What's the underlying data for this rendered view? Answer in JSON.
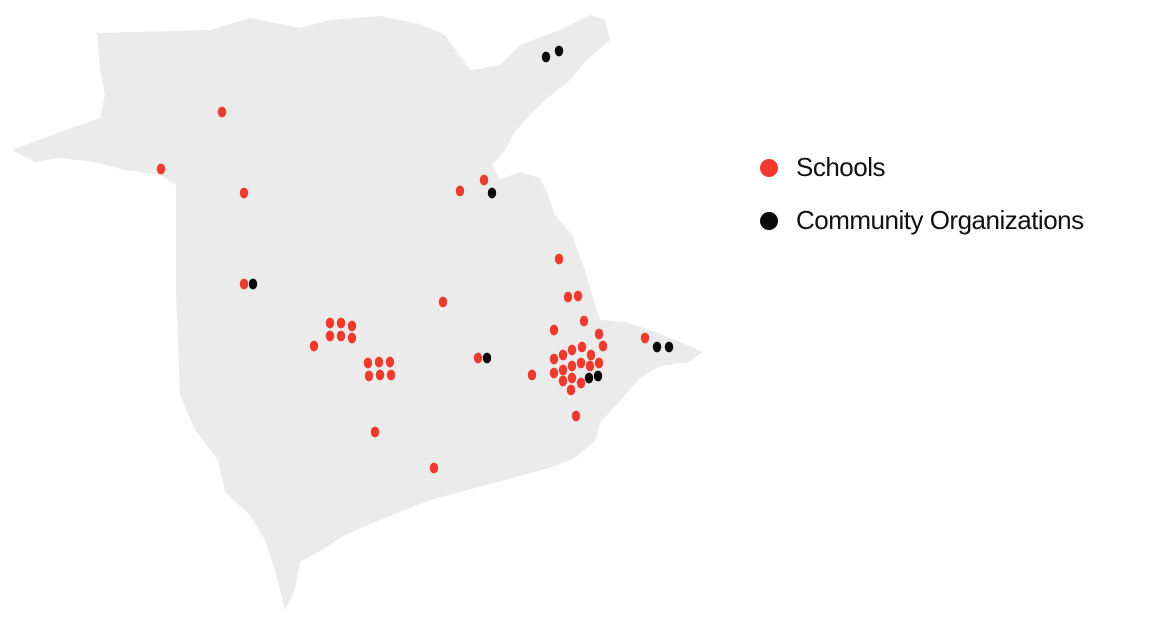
{
  "colors": {
    "land": "#ebebeb",
    "school": "#ee3b2e",
    "community": "#0a0a0a",
    "text": "#111111"
  },
  "legend": [
    {
      "key": "school",
      "label": "Schools"
    },
    {
      "key": "community",
      "label": "Community Organizations"
    }
  ],
  "markers": {
    "schools": [
      [
        222,
        112
      ],
      [
        161,
        169
      ],
      [
        244,
        193
      ],
      [
        244,
        284
      ],
      [
        460,
        191
      ],
      [
        484,
        180
      ],
      [
        443,
        302
      ],
      [
        330,
        323
      ],
      [
        341,
        323
      ],
      [
        352,
        326
      ],
      [
        330,
        336
      ],
      [
        341,
        336
      ],
      [
        352,
        338
      ],
      [
        314,
        346
      ],
      [
        368,
        363
      ],
      [
        379,
        362
      ],
      [
        390,
        362
      ],
      [
        369,
        376
      ],
      [
        380,
        375
      ],
      [
        391,
        375
      ],
      [
        375,
        432
      ],
      [
        434,
        468
      ],
      [
        478,
        358
      ],
      [
        559,
        259
      ],
      [
        568,
        297
      ],
      [
        578,
        296
      ],
      [
        584,
        321
      ],
      [
        554,
        330
      ],
      [
        599,
        334
      ],
      [
        603,
        346
      ],
      [
        645,
        338
      ],
      [
        554,
        359
      ],
      [
        563,
        355
      ],
      [
        572,
        350
      ],
      [
        582,
        347
      ],
      [
        591,
        355
      ],
      [
        599,
        363
      ],
      [
        554,
        373
      ],
      [
        563,
        370
      ],
      [
        572,
        366
      ],
      [
        581,
        363
      ],
      [
        590,
        366
      ],
      [
        563,
        381
      ],
      [
        572,
        378
      ],
      [
        581,
        383
      ],
      [
        571,
        390
      ],
      [
        532,
        375
      ],
      [
        576,
        416
      ]
    ],
    "community": [
      [
        546,
        57
      ],
      [
        559,
        51
      ],
      [
        492,
        193
      ],
      [
        253,
        284
      ],
      [
        487,
        358
      ],
      [
        589,
        378
      ],
      [
        598,
        376
      ],
      [
        657,
        347
      ],
      [
        669,
        347
      ]
    ]
  }
}
